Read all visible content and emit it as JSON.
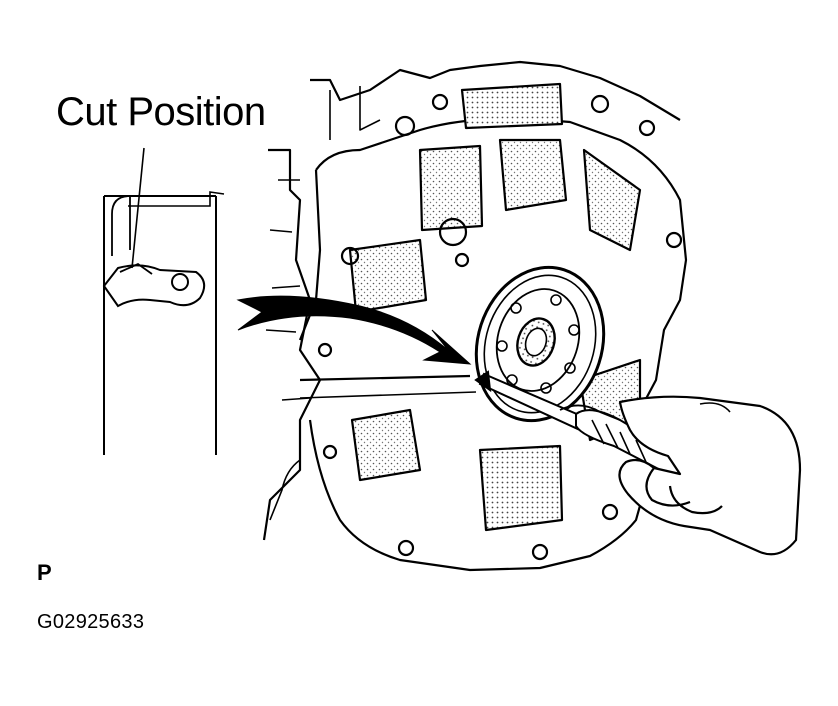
{
  "callout": {
    "label": "Cut Position"
  },
  "marker": {
    "text": "P"
  },
  "figure": {
    "id": "G02925633"
  },
  "parts": {
    "inset": "inset-cross-section",
    "engine": "engine-block-rear",
    "seal": "oil-seal",
    "tool": "screwdriver",
    "hand": "hand"
  },
  "colors": {
    "ink": "#000000",
    "paper": "#ffffff",
    "shade": "#9a9a9a"
  }
}
